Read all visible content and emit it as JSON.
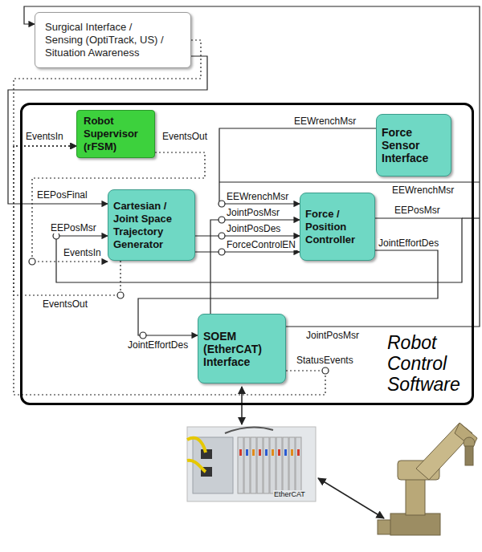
{
  "diagram": {
    "nodes": [
      {
        "text": [
          "Surgical Interface / Sensing (OptiTrack, US) / Situation Awareness"
        ]
      },
      {
        "text": [
          "Robot Control Software"
        ]
      },
      {
        "text": [
          "Robot Supervisor (rFSM)"
        ],
        "in": 1
      },
      {
        "text": [
          "Force Sensor Interface"
        ],
        "in": 1
      },
      {
        "text": [
          "Cartesian / Joint Space Trajectory Generator"
        ],
        "in": 1
      },
      {
        "text": [
          "Force / Position Controller"
        ],
        "in": 1
      },
      {
        "text": [
          "SOEM (EtherCAT) Interface"
        ],
        "in": 1
      }
    ],
    "edges": [
      {
        "from": 0,
        "to": 4,
        "arrow": "to"
      },
      {
        "from": 0,
        "to": 2,
        "arrow": "to"
      },
      {
        "from": 2,
        "to": 4,
        "arrow": "to"
      },
      {
        "from": 3,
        "to": 5,
        "arrow": "to"
      },
      {
        "from": 4,
        "to": 5,
        "arrow": "to"
      },
      {
        "from": 4,
        "to": 5,
        "arrow": "to"
      },
      {
        "from": 5,
        "to": 4,
        "arrow": "to"
      },
      {
        "from": 6,
        "to": 5,
        "arrow": "to"
      },
      {
        "from": 5,
        "to": 6,
        "arrow": "to"
      },
      {
        "from": 4,
        "to": 2,
        "arrow": "to"
      },
      {
        "from": 6,
        "to": 2,
        "arrow": "to"
      },
      {
        "from": 6,
        "to": 0,
        "arrow": "to"
      }
    ],
    "labels": [
      "EventsIn",
      "EventsOut",
      "EEWrenchMsr",
      "EEPosFinal",
      "EEWrenchMsr",
      "EEWrenchMsr",
      "EEPosMsr",
      "JointPosMsr",
      "EEPosMsr",
      "JointPosDes",
      "JointEffortDes",
      "ForceControlEN",
      "EventsIn",
      "EventsOut",
      "JointPosMsr",
      "JointEffortDes",
      "StatusEvents",
      "EtherCAT"
    ]
  }
}
